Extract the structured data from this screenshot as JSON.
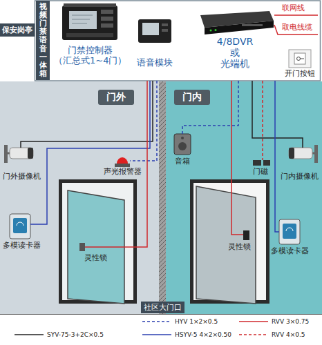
{
  "diagram": {
    "nodes": [
      {
        "text": [
          "保安岗亭"
        ]
      },
      {
        "text": [
          "视频门禁语音一体箱"
        ]
      },
      {
        "text": [
          "门外"
        ]
      },
      {
        "text": [
          "门内"
        ]
      },
      {
        "text": [
          "社区大门口"
        ]
      }
    ],
    "labels": [
      "门禁控制器 （汇总式1~4门）",
      "语音模块",
      "4/8DVR 或 光端机",
      "联网线",
      "取电线缆",
      "开门按钮",
      "门外摄像机",
      "声光报警器",
      "音箱",
      "门磁",
      "门内摄像机",
      "多模读卡器",
      "灵性锁",
      "多模读卡器",
      "灵性锁"
    ],
    "legend": [
      {
        "text": "HYV 1×2×0.5"
      },
      {
        "text": "RVV 3×0.75"
      },
      {
        "text": "SYV-75-3+2C×0.5"
      },
      {
        "text": "HSYV-5 4×2×0.50"
      },
      {
        "text": "RVV 4×0.5"
      }
    ]
  }
}
